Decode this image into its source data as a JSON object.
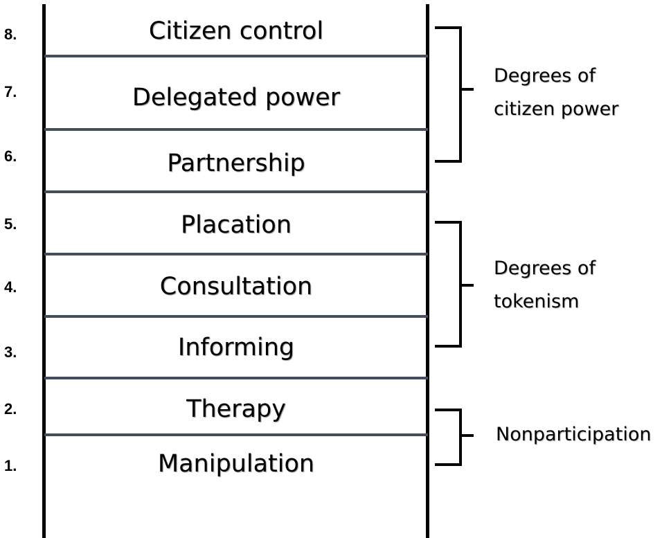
{
  "ladder": {
    "rungs": [
      {
        "number": "8.",
        "label": "Citizen control"
      },
      {
        "number": "7.",
        "label": "Delegated power"
      },
      {
        "number": "6.",
        "label": "Partnership"
      },
      {
        "number": "5.",
        "label": "Placation"
      },
      {
        "number": "4.",
        "label": "Consultation"
      },
      {
        "number": "3.",
        "label": "Informing"
      },
      {
        "number": "2.",
        "label": "Therapy"
      },
      {
        "number": "1.",
        "label": "Manipulation"
      }
    ]
  },
  "groups": [
    {
      "label": "Degrees of\ncitizen power"
    },
    {
      "label": "Degrees of\ntokenism"
    },
    {
      "label": "Nonparticipation"
    }
  ],
  "colors": {
    "line": "#000000",
    "rung": "#454d5c"
  }
}
